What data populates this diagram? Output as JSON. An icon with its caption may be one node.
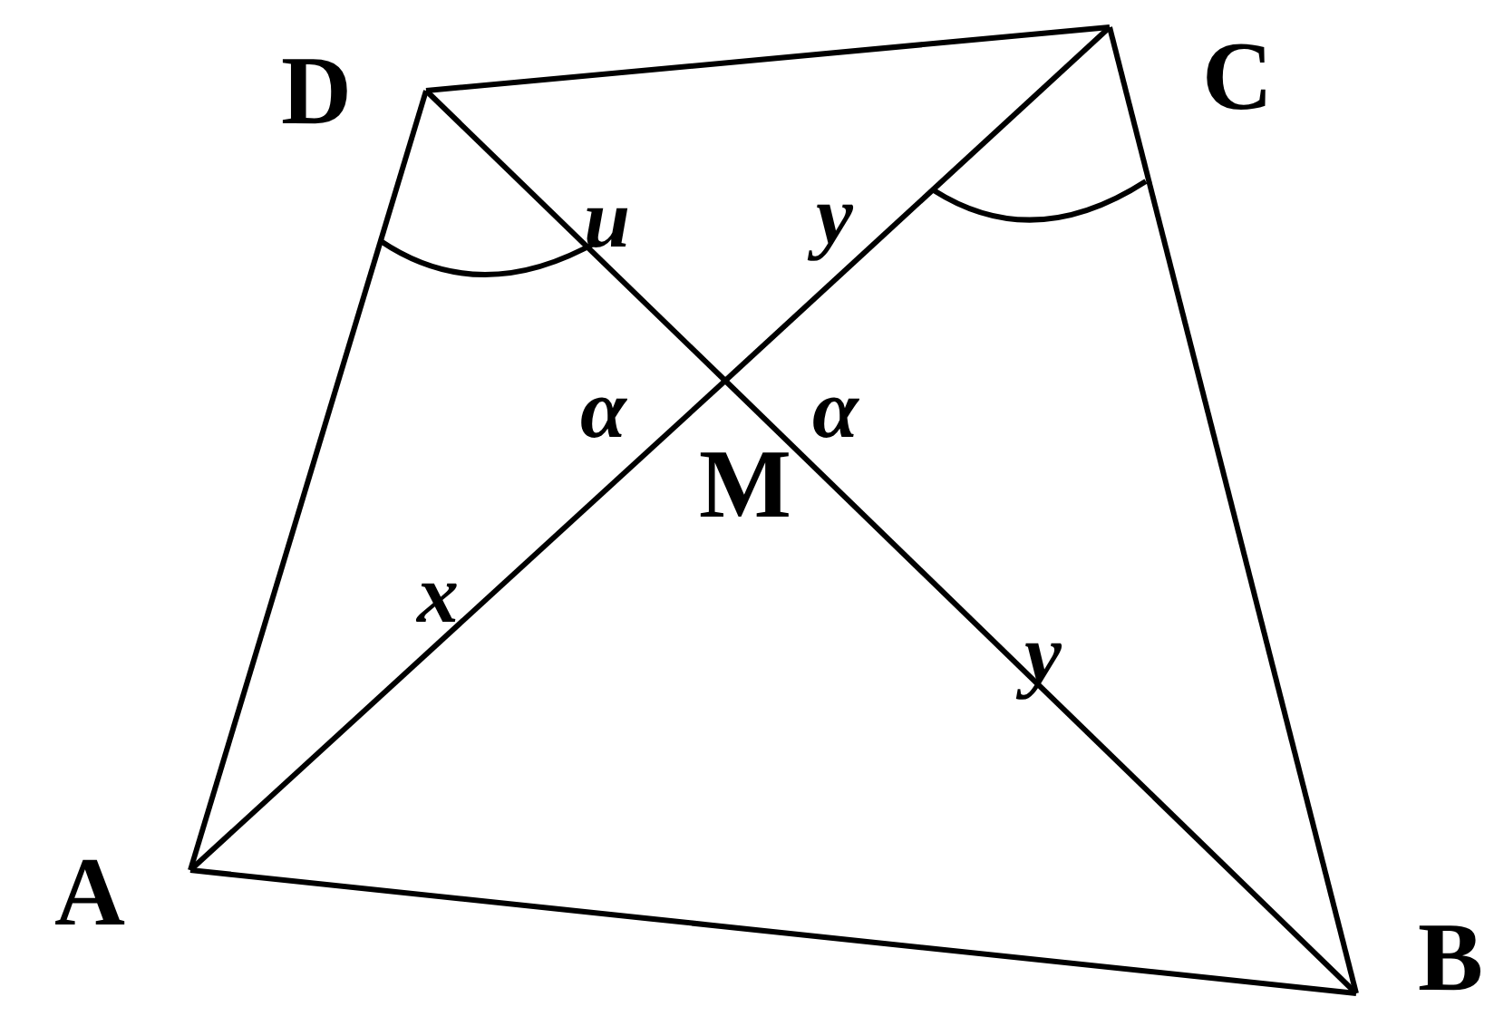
{
  "diagram": {
    "nodes": [
      {
        "text": [
          "D"
        ]
      },
      {
        "text": [
          "C"
        ]
      },
      {
        "text": [
          "M"
        ]
      },
      {
        "text": [
          "A"
        ]
      },
      {
        "text": [
          "B"
        ]
      }
    ],
    "edges": [
      {
        "from": 0,
        "to": 1,
        "arrow": "none"
      },
      {
        "from": 1,
        "to": 4,
        "arrow": "none"
      },
      {
        "from": 4,
        "to": 3,
        "arrow": "none"
      },
      {
        "from": 3,
        "to": 0,
        "arrow": "none"
      },
      {
        "from": 3,
        "to": 2,
        "arrow": "none"
      },
      {
        "from": 2,
        "to": 1,
        "arrow": "none"
      },
      {
        "from": 0,
        "to": 2,
        "arrow": "none"
      },
      {
        "from": 2,
        "to": 4,
        "arrow": "none"
      }
    ],
    "labels": [
      "u",
      "y",
      "α",
      "α",
      "x",
      "y"
    ]
  }
}
